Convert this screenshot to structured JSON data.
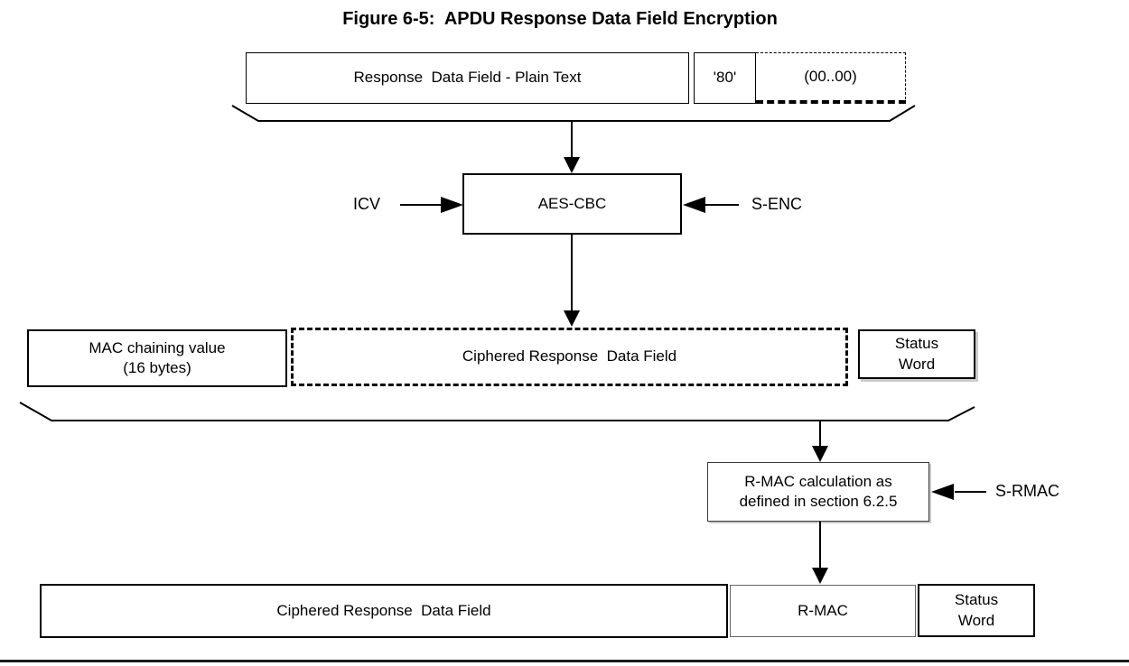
{
  "figure": {
    "title": "Figure 6-5:  APDU Response Data Field Encryption"
  },
  "top_row": {
    "plain_text": "Response  Data Field - Plain Text",
    "padding_byte": "'80'",
    "padding_zeros": "(00..00)"
  },
  "encryption": {
    "icv_label": "ICV",
    "aes_label": "AES-CBC",
    "senc_label": "S-ENC"
  },
  "middle_row": {
    "mac_chaining_line1": "MAC chaining value",
    "mac_chaining_line2": "(16 bytes)",
    "ciphered": "Ciphered Response  Data Field",
    "status_line1": "Status",
    "status_line2": "Word"
  },
  "rmac_calc": {
    "line1": "R-MAC calculation as",
    "line2": "defined in section 6.2.5",
    "srmac_label": "S-RMAC"
  },
  "bottom_row": {
    "ciphered": "Ciphered Response  Data Field",
    "rmac": "R-MAC",
    "status_line1": "Status",
    "status_line2": "Word"
  },
  "colors": {
    "ink": "#000000",
    "background": "#ffffff"
  }
}
